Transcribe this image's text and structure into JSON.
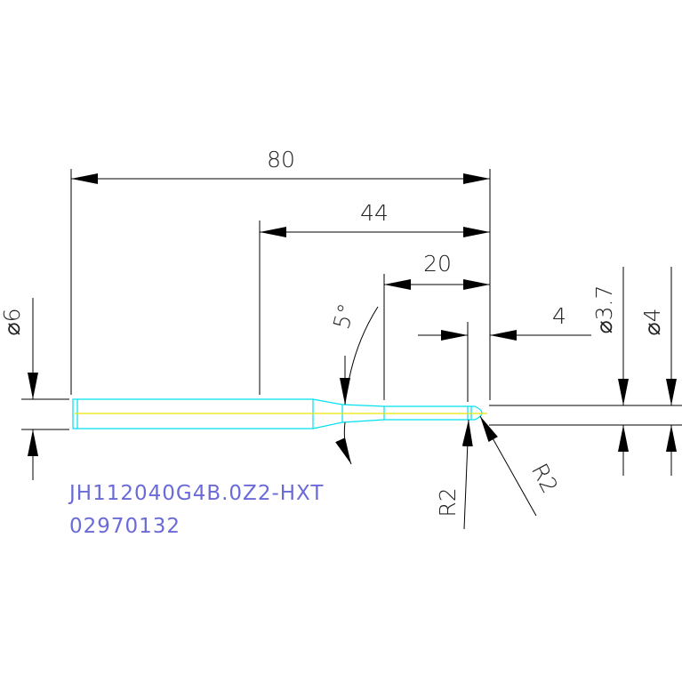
{
  "dimensions": {
    "overall_length": "80",
    "length_44": "44",
    "length_20": "20",
    "tip_length": "4",
    "shank_diameter": "⌀6",
    "neck_diameter": "⌀3.7",
    "tip_diameter": "⌀4",
    "taper_angle": "5°",
    "ball_radius_left": "R2",
    "ball_radius_right": "R2"
  },
  "part": {
    "part_number": "JH112040G4B.0Z2-HXT",
    "serial_number": "02970132"
  },
  "colors": {
    "tool_outline": "#00e0f0",
    "center_line": "#e8e800",
    "dimension_line": "#000000",
    "part_text": "#6a6ad8"
  }
}
